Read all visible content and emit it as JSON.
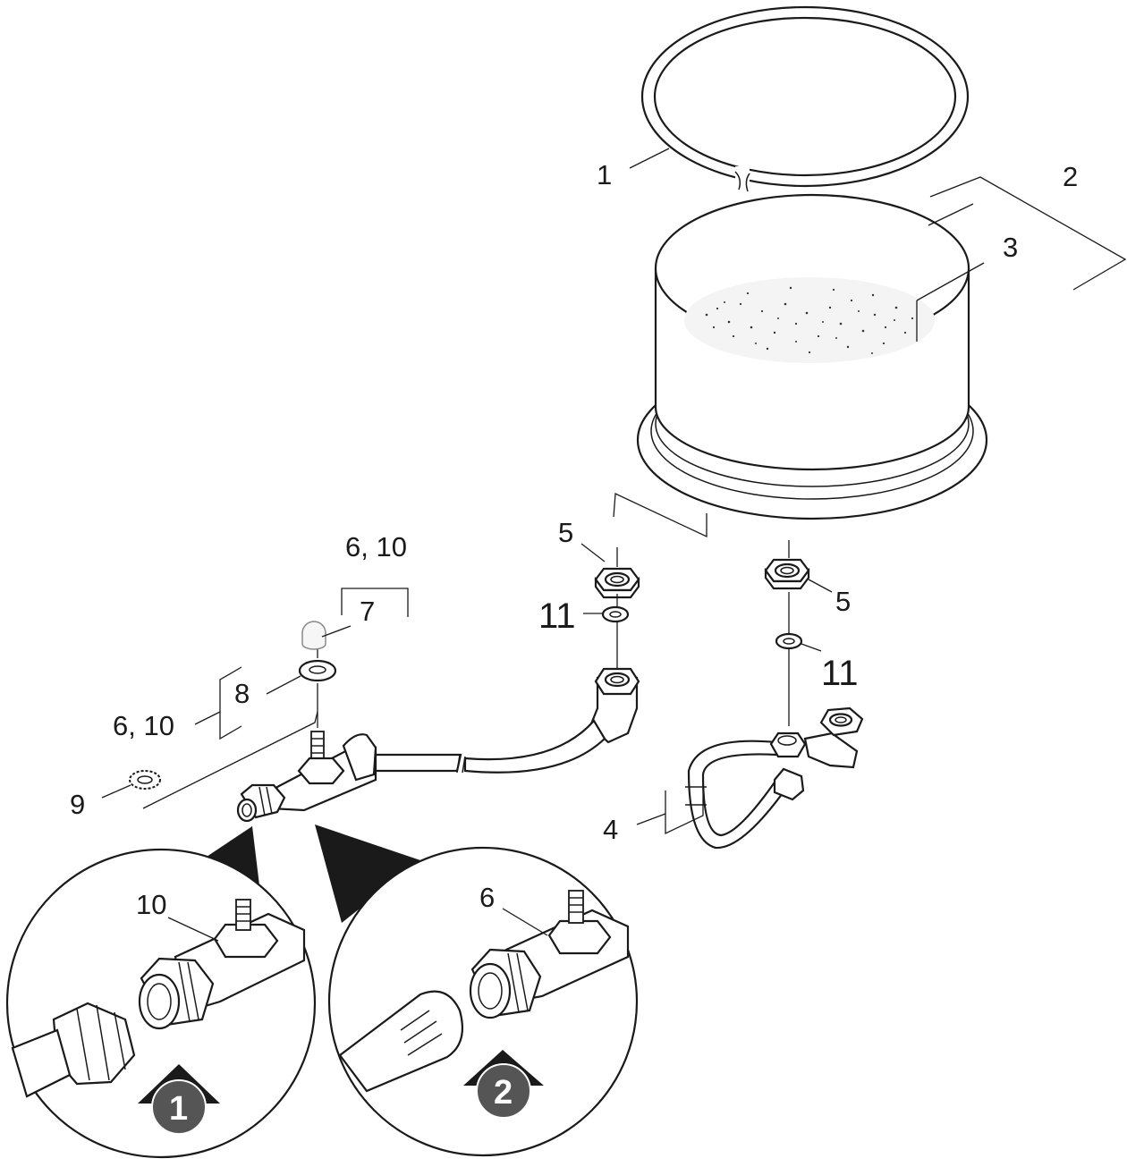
{
  "labels": {
    "l1": "1",
    "l2": "2",
    "l3": "3",
    "l4": "4",
    "l5a": "5",
    "l5b": "5",
    "l6_10a": "6, 10",
    "l7": "7",
    "l8": "8",
    "l6_10b": "6, 10",
    "l9": "9",
    "l11a": "11",
    "l11b": "11",
    "detail1_label": "10",
    "detail2_label": "6"
  },
  "badges": {
    "b1": "1",
    "b2": "2"
  },
  "colors": {
    "line": "#1a1a1a",
    "badge": "#555555",
    "background": "#ffffff"
  }
}
